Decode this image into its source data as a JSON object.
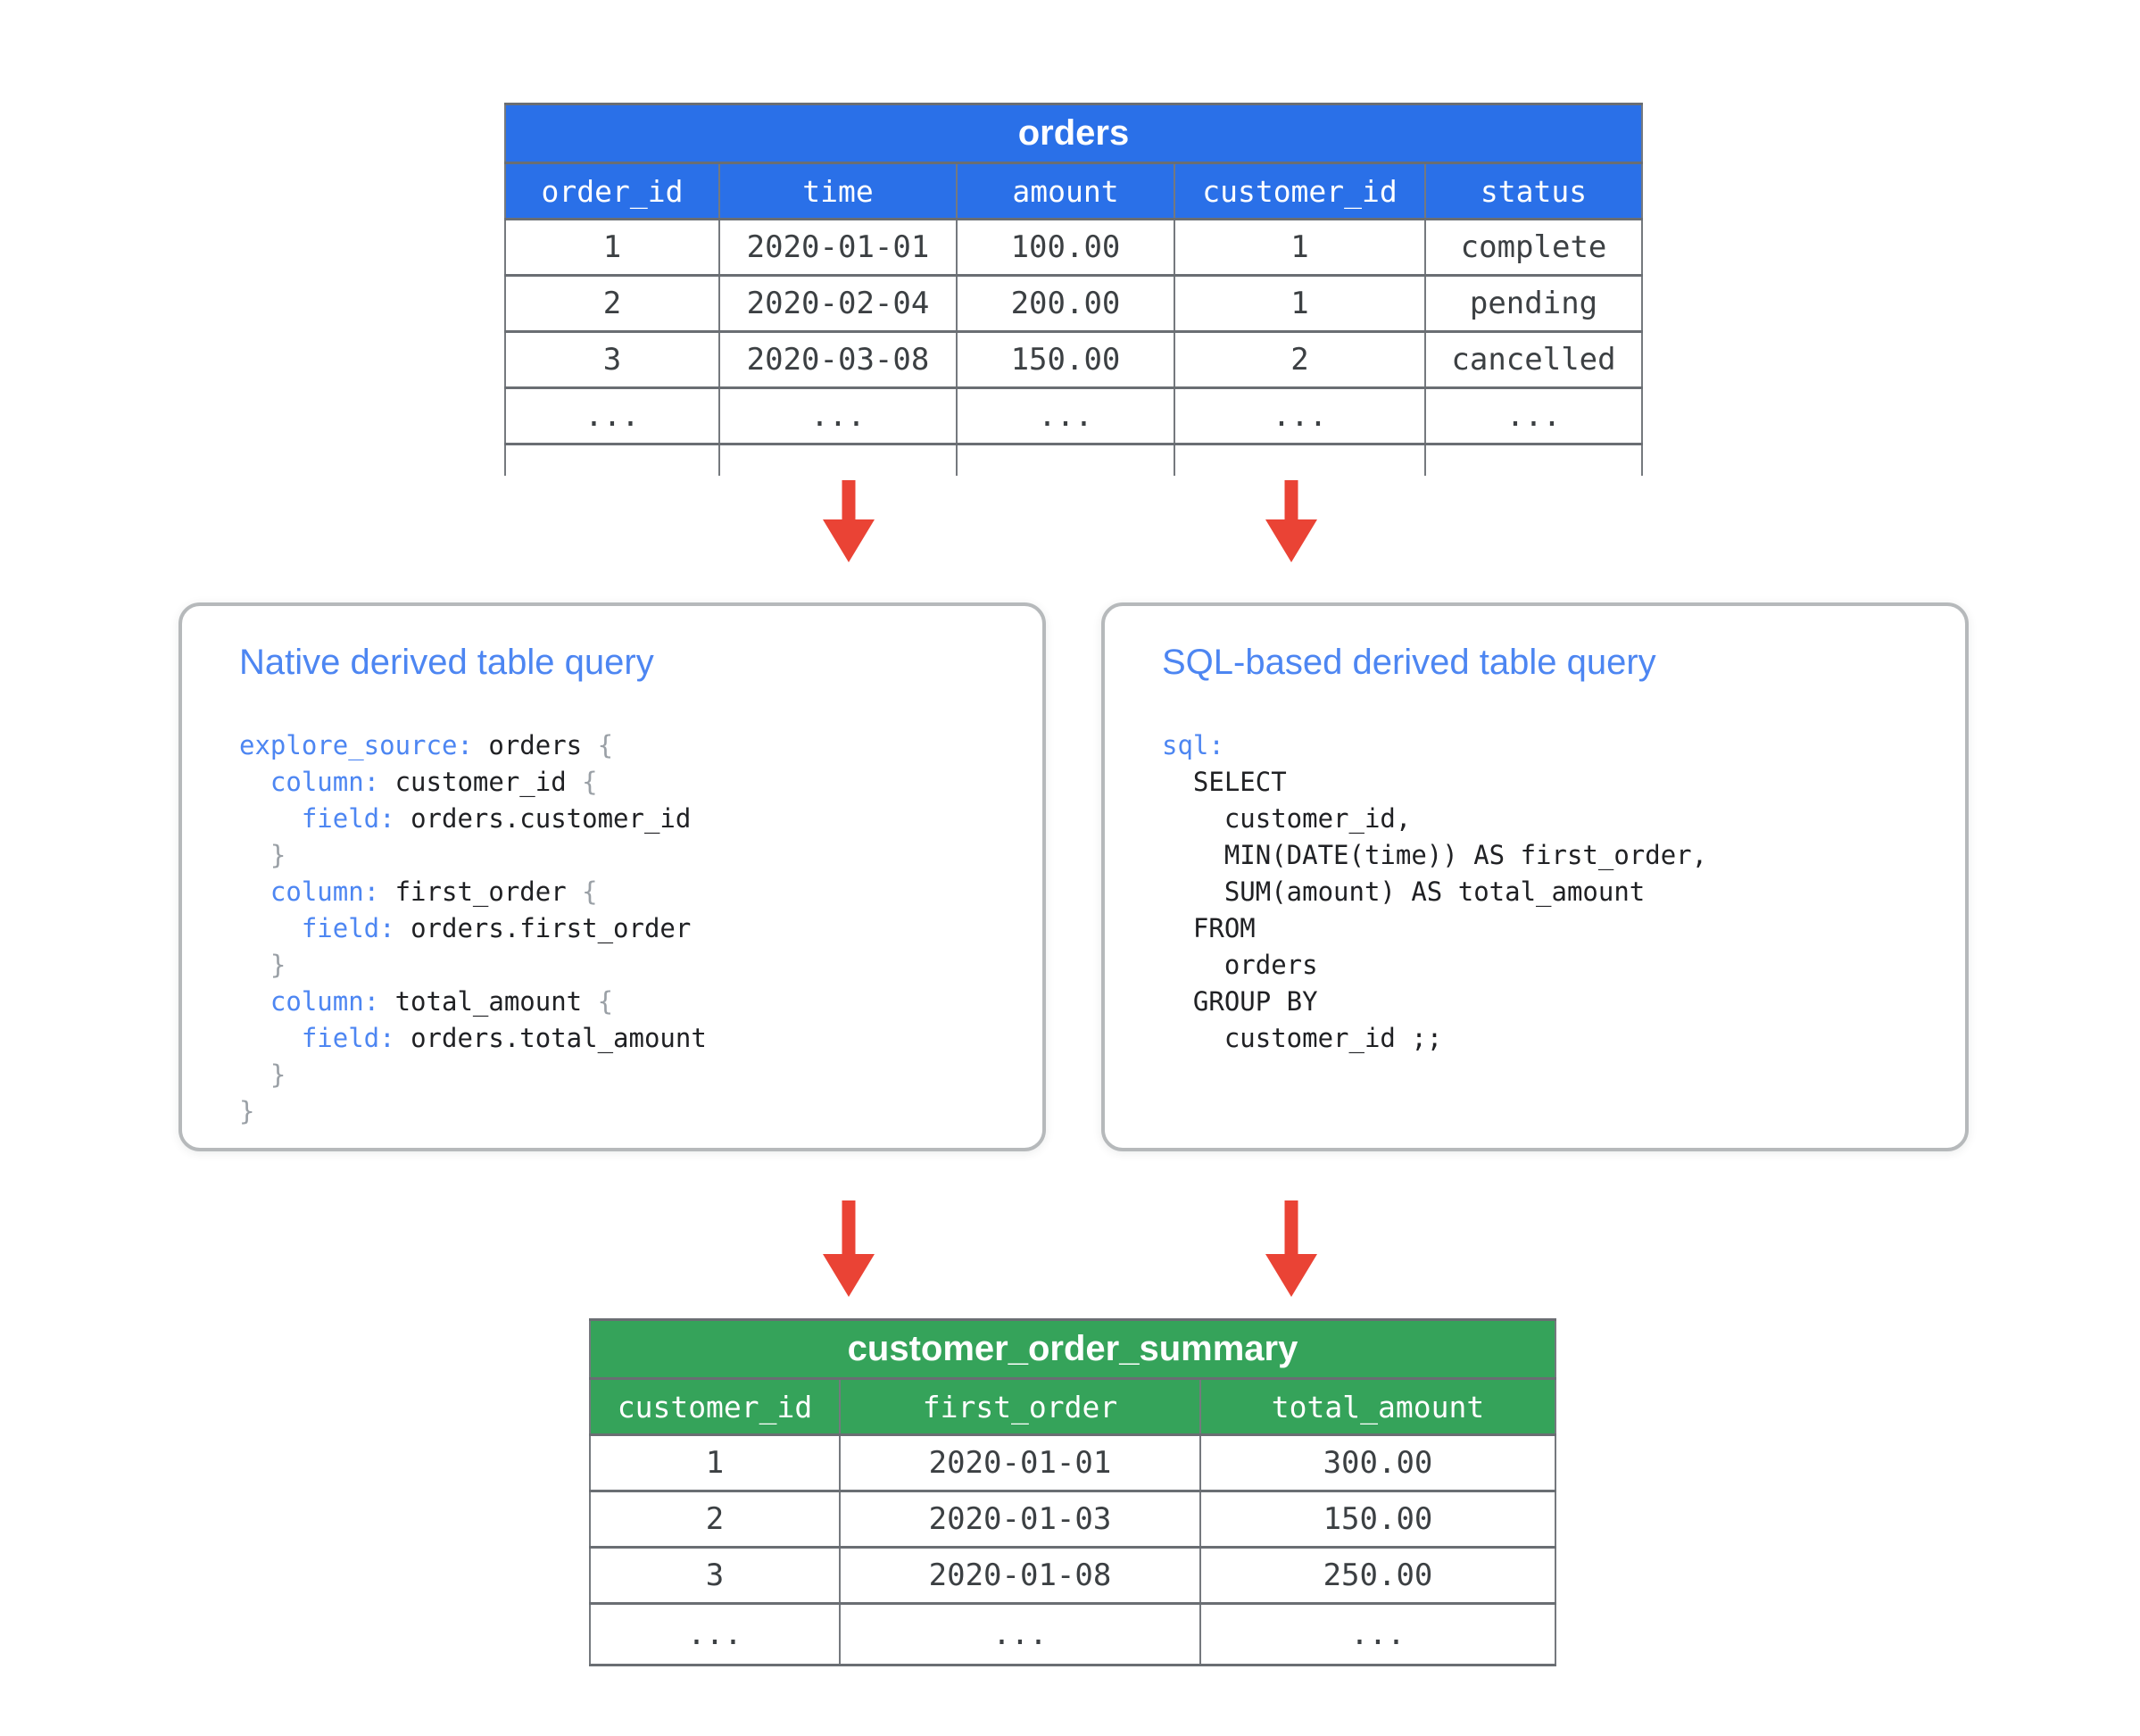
{
  "colors": {
    "blue_header": "#2a70e8",
    "green_header": "#35a35a",
    "arrow_red": "#ea4335",
    "accent_blue": "#4d86f2",
    "brace_gray": "#9aa0a6",
    "text_dark": "#3c4043",
    "border_gray": "#6a6e73",
    "box_border_gray": "#b6b9bb"
  },
  "orders_table": {
    "title": "orders",
    "columns": [
      "order_id",
      "time",
      "amount",
      "customer_id",
      "status"
    ],
    "rows": [
      [
        "1",
        "2020-01-01",
        "100.00",
        "1",
        "complete"
      ],
      [
        "2",
        "2020-02-04",
        "200.00",
        "1",
        "pending"
      ],
      [
        "3",
        "2020-03-08",
        "150.00",
        "2",
        "cancelled"
      ],
      [
        "...",
        "...",
        "...",
        "...",
        "..."
      ],
      [
        "",
        "",
        "",
        "",
        ""
      ]
    ]
  },
  "native_box": {
    "title": "Native derived table query",
    "code_lines": [
      [
        {
          "text": "explore_source:",
          "color": "keyword"
        },
        {
          "text": " orders ",
          "color": "plain"
        },
        {
          "text": "{",
          "color": "brace"
        }
      ],
      [
        {
          "text": "  ",
          "color": "plain"
        },
        {
          "text": "column:",
          "color": "keyword"
        },
        {
          "text": " customer_id ",
          "color": "plain"
        },
        {
          "text": "{",
          "color": "brace"
        }
      ],
      [
        {
          "text": "    ",
          "color": "plain"
        },
        {
          "text": "field:",
          "color": "keyword"
        },
        {
          "text": " orders.customer_id",
          "color": "plain"
        }
      ],
      [
        {
          "text": "  ",
          "color": "plain"
        },
        {
          "text": "}",
          "color": "brace"
        }
      ],
      [
        {
          "text": "  ",
          "color": "plain"
        },
        {
          "text": "column:",
          "color": "keyword"
        },
        {
          "text": " first_order ",
          "color": "plain"
        },
        {
          "text": "{",
          "color": "brace"
        }
      ],
      [
        {
          "text": "    ",
          "color": "plain"
        },
        {
          "text": "field:",
          "color": "keyword"
        },
        {
          "text": " orders.first_order",
          "color": "plain"
        }
      ],
      [
        {
          "text": "  ",
          "color": "plain"
        },
        {
          "text": "}",
          "color": "brace"
        }
      ],
      [
        {
          "text": "  ",
          "color": "plain"
        },
        {
          "text": "column:",
          "color": "keyword"
        },
        {
          "text": " total_amount ",
          "color": "plain"
        },
        {
          "text": "{",
          "color": "brace"
        }
      ],
      [
        {
          "text": "    ",
          "color": "plain"
        },
        {
          "text": "field:",
          "color": "keyword"
        },
        {
          "text": " orders.total_amount",
          "color": "plain"
        }
      ],
      [
        {
          "text": "  ",
          "color": "plain"
        },
        {
          "text": "}",
          "color": "brace"
        }
      ],
      [
        {
          "text": "}",
          "color": "brace"
        }
      ]
    ]
  },
  "sql_box": {
    "title": "SQL-based derived table query",
    "code_lines": [
      [
        {
          "text": "sql:",
          "color": "keyword"
        }
      ],
      [
        {
          "text": "  SELECT",
          "color": "plain"
        }
      ],
      [
        {
          "text": "    customer_id,",
          "color": "plain"
        }
      ],
      [
        {
          "text": "    MIN(DATE(time)) AS first_order,",
          "color": "plain"
        }
      ],
      [
        {
          "text": "    SUM(amount) AS total_amount",
          "color": "plain"
        }
      ],
      [
        {
          "text": "  FROM",
          "color": "plain"
        }
      ],
      [
        {
          "text": "    orders",
          "color": "plain"
        }
      ],
      [
        {
          "text": "  GROUP BY",
          "color": "plain"
        }
      ],
      [
        {
          "text": "    customer_id ;;",
          "color": "plain"
        }
      ]
    ]
  },
  "summary_table": {
    "title": "customer_order_summary",
    "columns": [
      "customer_id",
      "first_order",
      "total_amount"
    ],
    "rows": [
      [
        "1",
        "2020-01-01",
        "300.00"
      ],
      [
        "2",
        "2020-01-03",
        "150.00"
      ],
      [
        "3",
        "2020-01-08",
        "250.00"
      ],
      [
        "...",
        "...",
        "..."
      ]
    ]
  }
}
